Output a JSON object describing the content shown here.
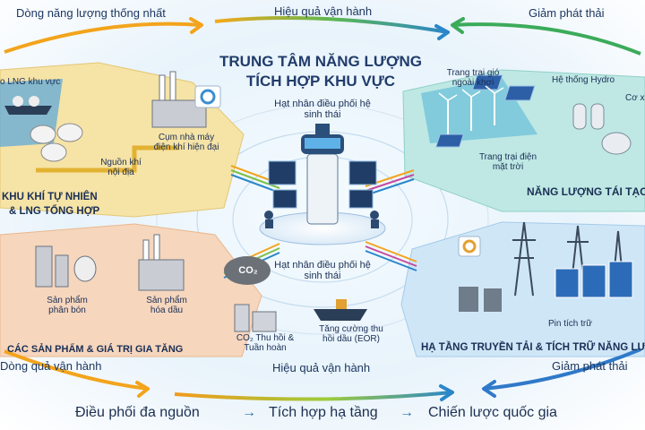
{
  "title": {
    "line1": "TRUNG TÂM NĂNG LƯỢNG",
    "line2": "TÍCH HỢP KHU VỰC"
  },
  "flows": {
    "top_left": "Dòng năng lượng thống nhất",
    "top_center": "Hiệu quả vận hành",
    "top_right": "Giảm phát thải",
    "bottom_left": "Dòng quả vận hành",
    "bottom_center": "Hiệu quả vận hành",
    "bottom_right": "Giảm phát thải"
  },
  "hub": {
    "label_top": "Hạt nhân điều phối hệ sinh thái",
    "label_bottom": "Hạt nhân điều phối hệ sinh thái"
  },
  "sectors": {
    "gas": {
      "title_line1": "KHU KHÍ TỰ NHIÊN",
      "title_line2": "& LNG TỔNG HỢP",
      "items": [
        "o LNG khu vực",
        "Cụm nhà máy điện khí hiện đại",
        "Nguồn khí nội địa"
      ]
    },
    "renewable": {
      "title": "NĂNG LƯỢNG TÁI TẠO",
      "items": [
        "Trang trại gió ngoài khơi",
        "Hệ thống Hydro",
        "Cơ xuấ",
        "Trang trại điện mặt trời"
      ]
    },
    "products": {
      "title": "CÁC SẢN PHẨM & GIÁ TRỊ GIA TĂNG",
      "items": [
        "Sản phẩm phân bón",
        "Sản phẩm hóa dầu",
        "CO₂ Thu hồi & Tuần hoàn",
        "Tăng cường thu hồi dầu (EOR)",
        "CO₂"
      ]
    },
    "grid": {
      "title": "HẠ TẦNG TRUYỀN TẢI & TÍCH TRỮ NĂNG LƯỢNG",
      "items": [
        "Pin tích trữ"
      ]
    }
  },
  "bottom_bar": [
    "Điều phối đa nguồn",
    "Tích hợp hạ tầng",
    "Chiến lược quốc gia"
  ],
  "arrow_glyph": "→",
  "colors": {
    "gas_zone": "#f6e3a6",
    "renewable_zone": "#bfe8e4",
    "products_zone": "#f6d6bd",
    "grid_zone": "#cfe6f7",
    "arc_gold": "#f3a41c",
    "arc_green": "#3cab5a",
    "arc_blue": "#2f79c9"
  }
}
